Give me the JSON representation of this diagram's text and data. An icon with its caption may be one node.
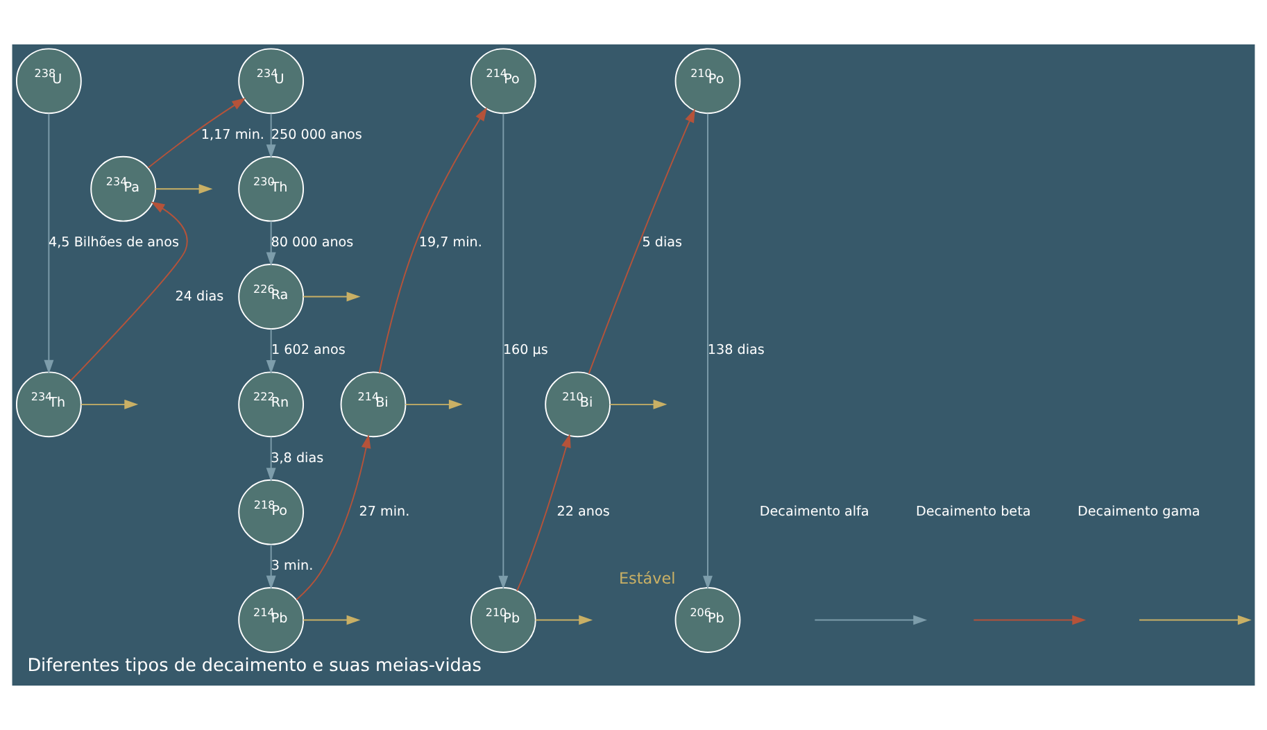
{
  "diagram": {
    "caption": "Diferentes tipos de decaimento e suas meias-vidas",
    "nodes": [
      {
        "text": [
          "$^{238}$U"
        ]
      },
      {
        "text": [
          "$^{234}$Th"
        ]
      },
      {
        "text": [
          "$^{234}$Pa"
        ]
      },
      {
        "text": [
          "$^{234}$U"
        ]
      },
      {
        "text": [
          "$^{230}$Th"
        ]
      },
      {
        "text": [
          "$^{226}$Ra"
        ]
      },
      {
        "text": [
          "$^{222}$Rn"
        ]
      },
      {
        "text": [
          "$^{218}$Po"
        ]
      },
      {
        "text": [
          "$^{214}$Pb"
        ]
      },
      {
        "text": [
          "$^{214}$Bi"
        ]
      },
      {
        "text": [
          "$^{214}$Po"
        ]
      },
      {
        "text": [
          "$^{210}$Pb"
        ]
      },
      {
        "text": [
          "$^{210}$Bi"
        ]
      },
      {
        "text": [
          "$^{210}$Po"
        ]
      },
      {
        "text": [
          "$^{206}$Pb"
        ],
        "beside": [
          "Estável"
        ]
      }
    ],
    "edges": [
      {
        "from": 0,
        "to": 1,
        "arrow": "to",
        "label": "4,5 Bilhões de anos"
      },
      {
        "from": 1,
        "to": 2,
        "arrow": "to",
        "label": "24 dias",
        "color": "#b5533a"
      },
      {
        "from": 1,
        "to": null,
        "arrow": "to",
        "color": "#c9b065"
      },
      {
        "from": 2,
        "to": 3,
        "arrow": "to",
        "label": "1,17 min.",
        "color": "#b5533a"
      },
      {
        "from": 2,
        "to": null,
        "arrow": "to",
        "color": "#c9b065"
      },
      {
        "from": 3,
        "to": 4,
        "arrow": "to",
        "label": "250 000 anos"
      },
      {
        "from": 4,
        "to": 5,
        "arrow": "to",
        "label": "80 000 anos"
      },
      {
        "from": 5,
        "to": null,
        "arrow": "to",
        "color": "#c9b065"
      },
      {
        "from": 5,
        "to": 6,
        "arrow": "to",
        "label": "1 602 anos"
      },
      {
        "from": 6,
        "to": 7,
        "arrow": "to",
        "label": "3,8 dias"
      },
      {
        "from": 7,
        "to": 8,
        "arrow": "to",
        "label": "3 min."
      },
      {
        "from": 8,
        "to": 9,
        "arrow": "to",
        "label": "27 min.",
        "color": "#b5533a"
      },
      {
        "from": 8,
        "to": null,
        "arrow": "to",
        "color": "#c9b065"
      },
      {
        "from": 9,
        "to": 10,
        "arrow": "to",
        "label": "19,7 min.",
        "color": "#b5533a"
      },
      {
        "from": 9,
        "to": null,
        "arrow": "to",
        "color": "#c9b065"
      },
      {
        "from": 10,
        "to": 11,
        "arrow": "to",
        "label": "160 µs"
      },
      {
        "from": 11,
        "to": 12,
        "arrow": "to",
        "label": "22 anos",
        "color": "#b5533a"
      },
      {
        "from": 11,
        "to": null,
        "arrow": "to",
        "color": "#c9b065"
      },
      {
        "from": 12,
        "to": 13,
        "arrow": "to",
        "label": "5 dias",
        "color": "#b5533a"
      },
      {
        "from": 12,
        "to": null,
        "arrow": "to",
        "color": "#c9b065"
      },
      {
        "from": 13,
        "to": 14,
        "arrow": "to",
        "label": "138 dias"
      }
    ],
    "legend": [
      {
        "text": "Decaimento alfa"
      },
      {
        "text": "Decaimento beta"
      },
      {
        "text": "Decaimento gama"
      }
    ]
  }
}
